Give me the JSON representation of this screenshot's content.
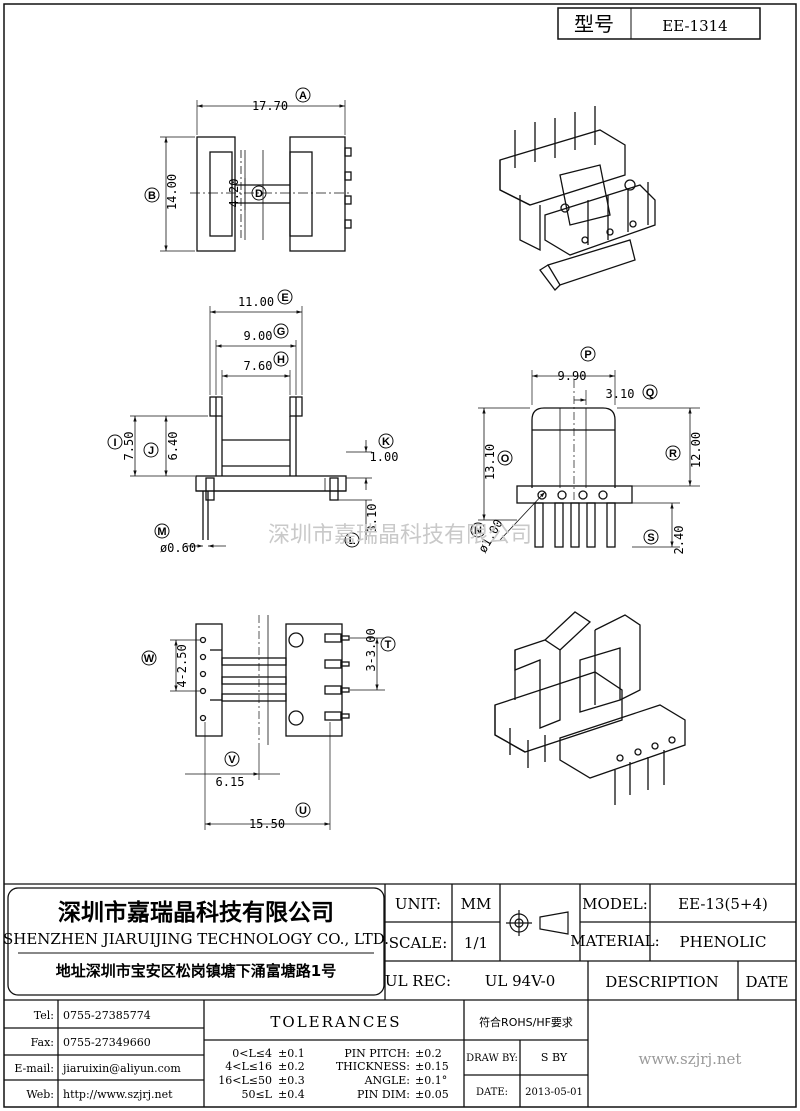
{
  "title_block": {
    "label": "型号",
    "value": "EE-1314"
  },
  "watermark": "深圳市嘉瑞晶科技有限公司",
  "dims": {
    "A": {
      "letter": "A",
      "value": "17.70"
    },
    "B": {
      "letter": "B",
      "value": "14.00"
    },
    "D": {
      "letter": "D",
      "value": "4.20"
    },
    "E": {
      "letter": "E",
      "value": "11.00"
    },
    "G": {
      "letter": "G",
      "value": "9.00"
    },
    "H": {
      "letter": "H",
      "value": "7.60"
    },
    "I": {
      "letter": "I",
      "value": "7.50"
    },
    "J": {
      "letter": "J",
      "value": "6.40"
    },
    "K": {
      "letter": "K",
      "value": "1.00"
    },
    "L": {
      "letter": "L",
      "value": "3.10"
    },
    "M": {
      "letter": "M",
      "value": "ø0.60"
    },
    "P": {
      "letter": "P",
      "value": "9.90"
    },
    "Q": {
      "letter": "Q",
      "value": "3.10"
    },
    "O": {
      "letter": "O",
      "value": "13.10"
    },
    "R": {
      "letter": "R",
      "value": "12.00"
    },
    "N": {
      "letter": "N",
      "value": "ø1.00"
    },
    "S": {
      "letter": "S",
      "value": "2.40"
    },
    "W": {
      "letter": "W",
      "value": "4-2.50"
    },
    "T": {
      "letter": "T",
      "value": "3-3.00"
    },
    "V": {
      "letter": "V",
      "value": "6.15"
    },
    "U": {
      "letter": "U",
      "value": "15.50"
    }
  },
  "company": {
    "name_cn": "深圳市嘉瑞晶科技有限公司",
    "name_en": "SHENZHEN JIARUIJING TECHNOLOGY CO., LTD.",
    "address": "地址深圳市宝安区松岗镇塘下涌富塘路1号"
  },
  "contacts": [
    {
      "label": "Tel:",
      "value": "0755-27385774"
    },
    {
      "label": "Fax:",
      "value": "0755-27349660"
    },
    {
      "label": "E-mail:",
      "value": "jiaruixin@aliyun.com"
    },
    {
      "label": "Web:",
      "value": "http://www.szjrj.net"
    }
  ],
  "info": {
    "unit_label": "UNIT:",
    "unit_value": "MM",
    "scale_label": "SCALE:",
    "scale_value": "1/1",
    "ulrec_label": "UL REC:",
    "ulrec_value": "UL 94V-0",
    "model_label": "MODEL:",
    "model_value": "EE-13(5+4)",
    "material_label": "MATERIAL:",
    "material_value": "PHENOLIC",
    "description": "DESCRIPTION",
    "date_header": "DATE",
    "tolerances": "TOLERANCES",
    "rohs": "符合ROHS/HF要求",
    "drawby_label": "DRAW BY:",
    "drawby_value": "S BY",
    "date_label": "DATE:",
    "date_value": "2013-05-01",
    "website": "www.szjrj.net"
  },
  "tolerance_rows": [
    {
      "range": "0<L≤4",
      "tol": "±0.1"
    },
    {
      "range": "4<L≤16",
      "tol": "±0.2"
    },
    {
      "range": "16<L≤50",
      "tol": "±0.3"
    },
    {
      "range": "50≤L",
      "tol": "±0.4"
    }
  ],
  "spec_rows": [
    {
      "label": "PIN PITCH:",
      "tol": "±0.2"
    },
    {
      "label": "THICKNESS:",
      "tol": "±0.15"
    },
    {
      "label": "ANGLE:",
      "tol": "±0.1°"
    },
    {
      "label": "PIN DIM:",
      "tol": "±0.05"
    }
  ]
}
